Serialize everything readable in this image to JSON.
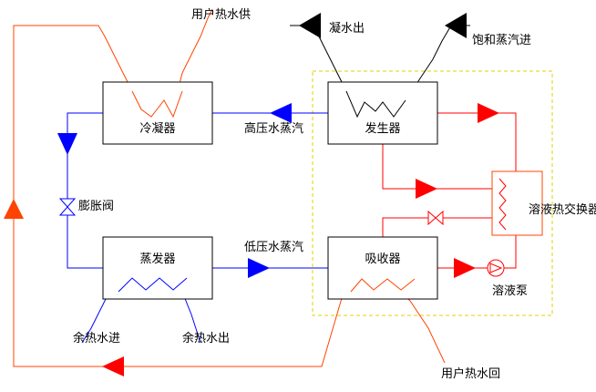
{
  "components": {
    "condenser": "冷凝器",
    "generator": "发生器",
    "evaporator": "蒸发器",
    "absorber": "吸收器",
    "heat_exchanger": "溶液热交换器",
    "pump": "溶液泵",
    "expansion_valve": "膨胀阀"
  },
  "streams": {
    "user_hot_water_supply": "用户热水供",
    "user_hot_water_return": "用户热水回",
    "condensate_out": "凝水出",
    "saturated_steam_in": "饱和蒸汽进",
    "high_pressure_vapor": "高压水蒸汽",
    "low_pressure_vapor": "低压水蒸汽",
    "waste_heat_in": "余热水进",
    "waste_heat_out": "余热水出"
  },
  "colors": {
    "hot_water_loop": "#ff4400",
    "solution_loop": "#ff0000",
    "refrigerant_loop": "#0000ff",
    "steam_loop": "#000000",
    "dashed_boundary": "#e6d000"
  }
}
